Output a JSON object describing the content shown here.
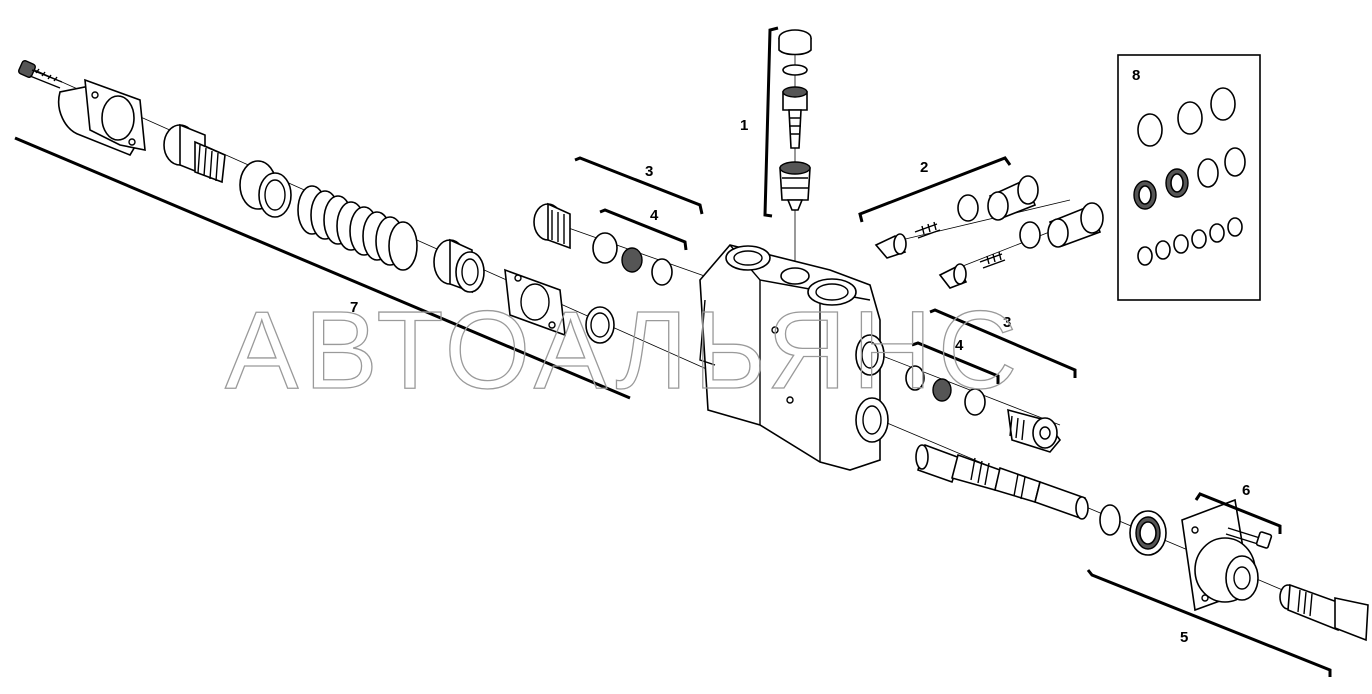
{
  "watermark": "АВТОАЛЬЯНС",
  "callouts": {
    "c1": "1",
    "c2": "2",
    "c3a": "3",
    "c4a": "4",
    "c3b": "3",
    "c4b": "4",
    "c5": "5",
    "c6": "6",
    "c7": "7",
    "c8": "8"
  }
}
